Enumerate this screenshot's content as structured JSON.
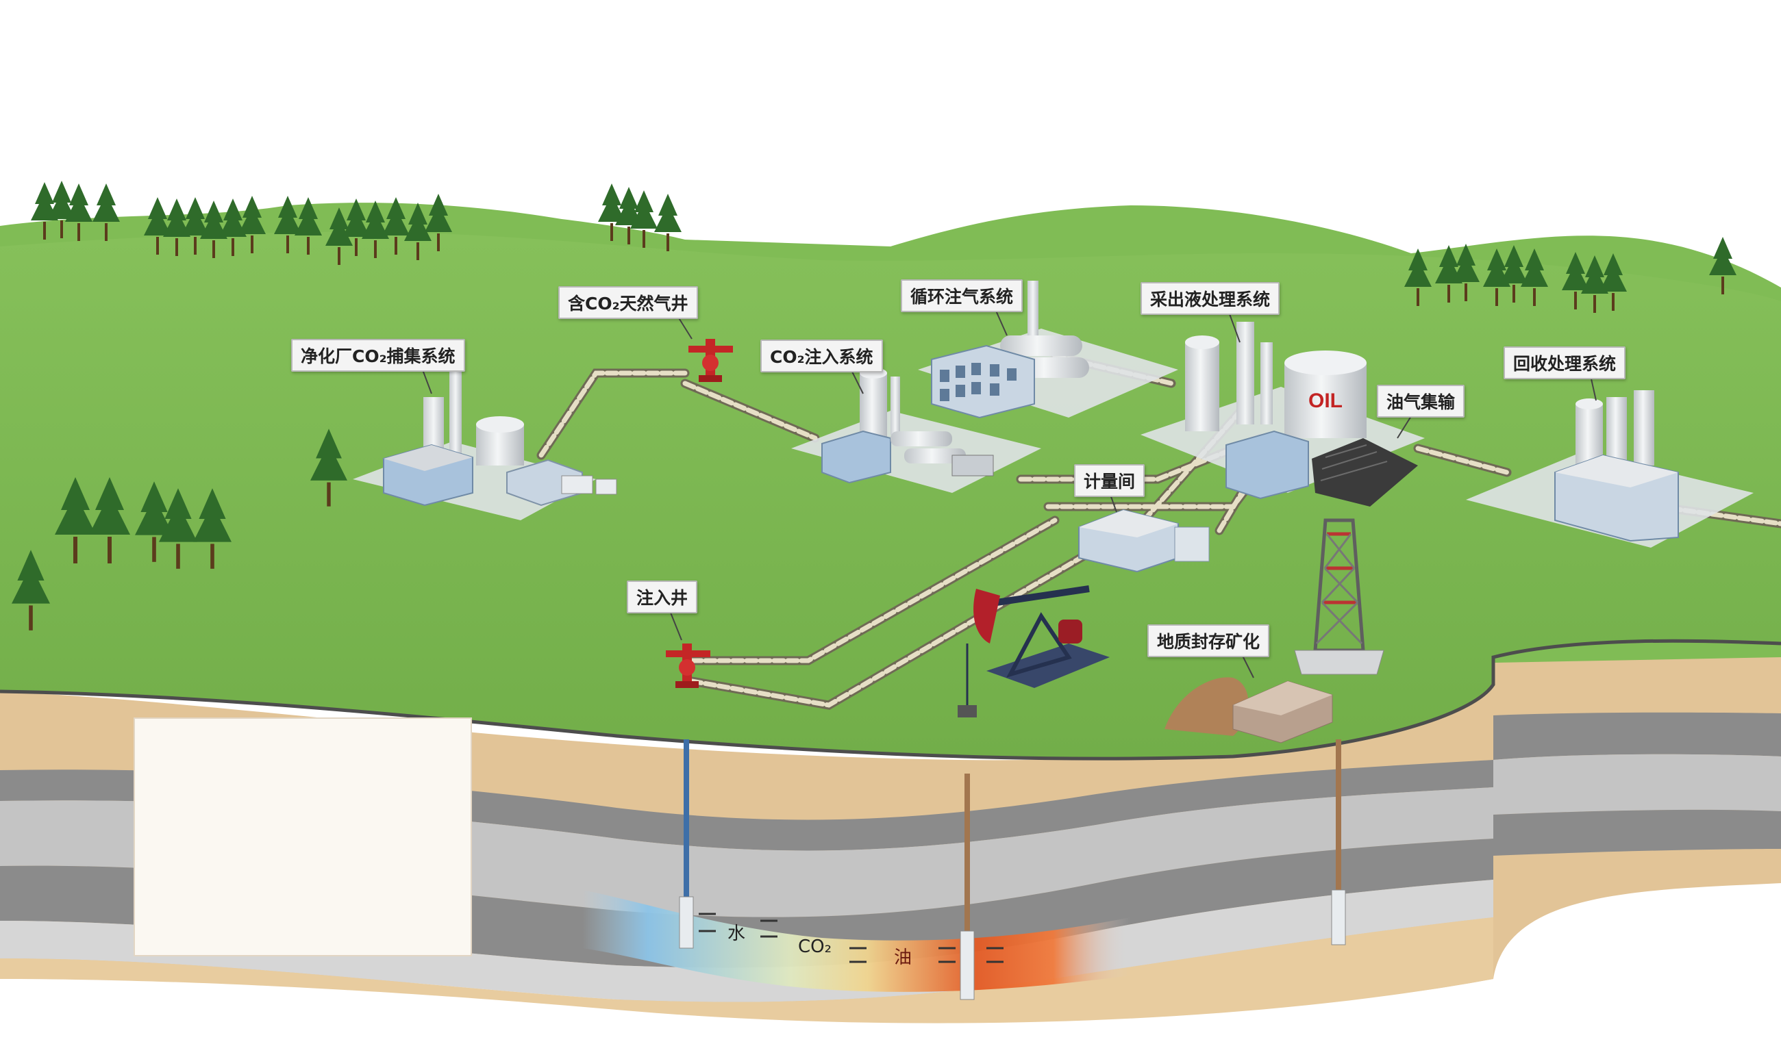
{
  "labels": {
    "purification_plant": "净化厂CO₂捕集系统",
    "co2_gas_well": "含CO₂天然气井",
    "co2_injection_station": "CO₂注入系统",
    "recycle_gas_system": "循环注气系统",
    "produced_fluid_treatment": "采出液处理系统",
    "oil_storage": "油气集输",
    "chemical_system": "回收处理系统",
    "metering_station": "计量间",
    "injection_well": "注入井",
    "mineralization": "地质封存矿化"
  },
  "tank_text": "OIL",
  "underground": {
    "water": "水",
    "co2": "CO₂",
    "oil": "油"
  },
  "colors": {
    "grass": "#7ab650",
    "soil": "#e2c497",
    "rock_dark": "#8b8b8b",
    "rock_light": "#c4c4c4",
    "pipe": "#e6dfc6",
    "valve": "#c42626",
    "co2_front": "#e05a26"
  }
}
